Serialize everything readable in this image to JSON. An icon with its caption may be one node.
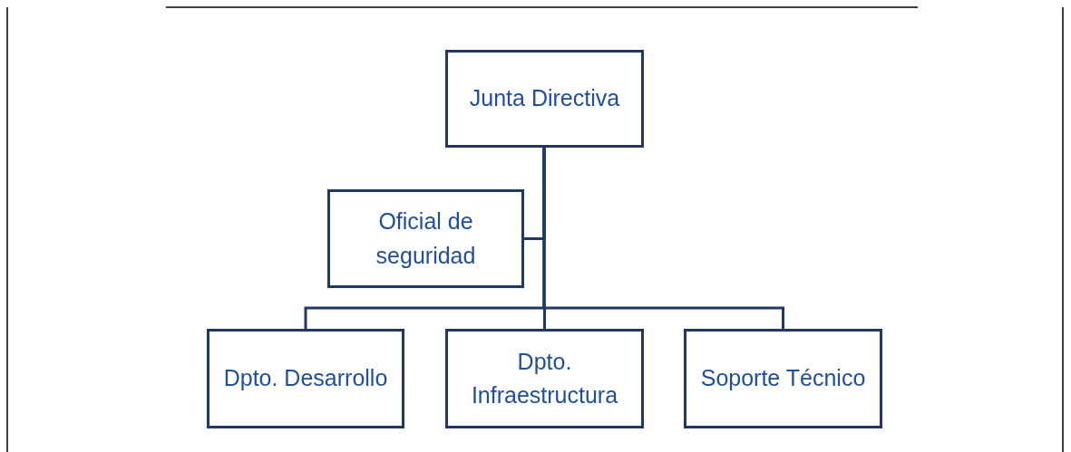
{
  "diagram": {
    "nodes": [
      {
        "text": [
          "Junta Directiva"
        ]
      },
      {
        "text": [
          "Oficial de seguridad"
        ]
      },
      {
        "text": [
          "Dpto. Desarrollo"
        ]
      },
      {
        "text": [
          "Dpto. Infraestructura"
        ]
      },
      {
        "text": [
          "Soporte Técnico"
        ]
      }
    ],
    "edges": [
      {
        "from": 0,
        "to": 1,
        "arrow": "none"
      },
      {
        "from": 0,
        "to": 2,
        "arrow": "none"
      },
      {
        "from": 0,
        "to": 3,
        "arrow": "none"
      },
      {
        "from": 0,
        "to": 4,
        "arrow": "none"
      }
    ]
  }
}
